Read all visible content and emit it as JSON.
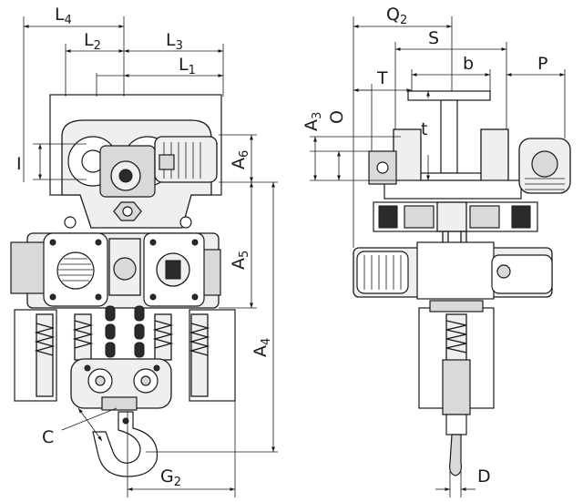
{
  "labels": {
    "L4": "L",
    "L4_sub": "4",
    "L2": "L",
    "L2_sub": "2",
    "L3": "L",
    "L3_sub": "3",
    "L1": "L",
    "L1_sub": "1",
    "I": "I",
    "A6": "A",
    "A6_sub": "6",
    "A5": "A",
    "A5_sub": "5",
    "A4": "A",
    "A4_sub": "4",
    "C": "C",
    "G2": "G",
    "G2_sub": "2",
    "Q2": "Q",
    "Q2_sub": "2",
    "S": "S",
    "T": "T",
    "b": "b",
    "P": "P",
    "A3": "A",
    "A3_sub": "3",
    "O": "O",
    "t": "t",
    "D": "D"
  }
}
